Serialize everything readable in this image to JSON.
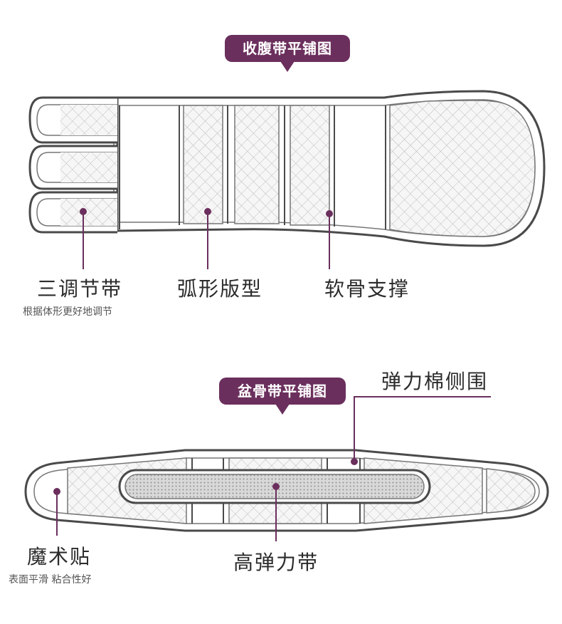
{
  "section1": {
    "badge": "收腹带平铺图",
    "callouts": [
      {
        "title": "三调节带",
        "subtitle": "根据体形更好地调节"
      },
      {
        "title": "弧形版型"
      },
      {
        "title": "软骨支撑"
      }
    ]
  },
  "section2": {
    "badge": "盆骨带平铺图",
    "callouts": [
      {
        "title": "弹力棉侧围"
      },
      {
        "title": "魔术贴",
        "subtitle": "表面平滑  粘合性好"
      },
      {
        "title": "高弹力带"
      }
    ]
  },
  "colors": {
    "accent": "#6b2f5d",
    "outline": "#4a4a4a",
    "leader": "#6b2f5d"
  }
}
